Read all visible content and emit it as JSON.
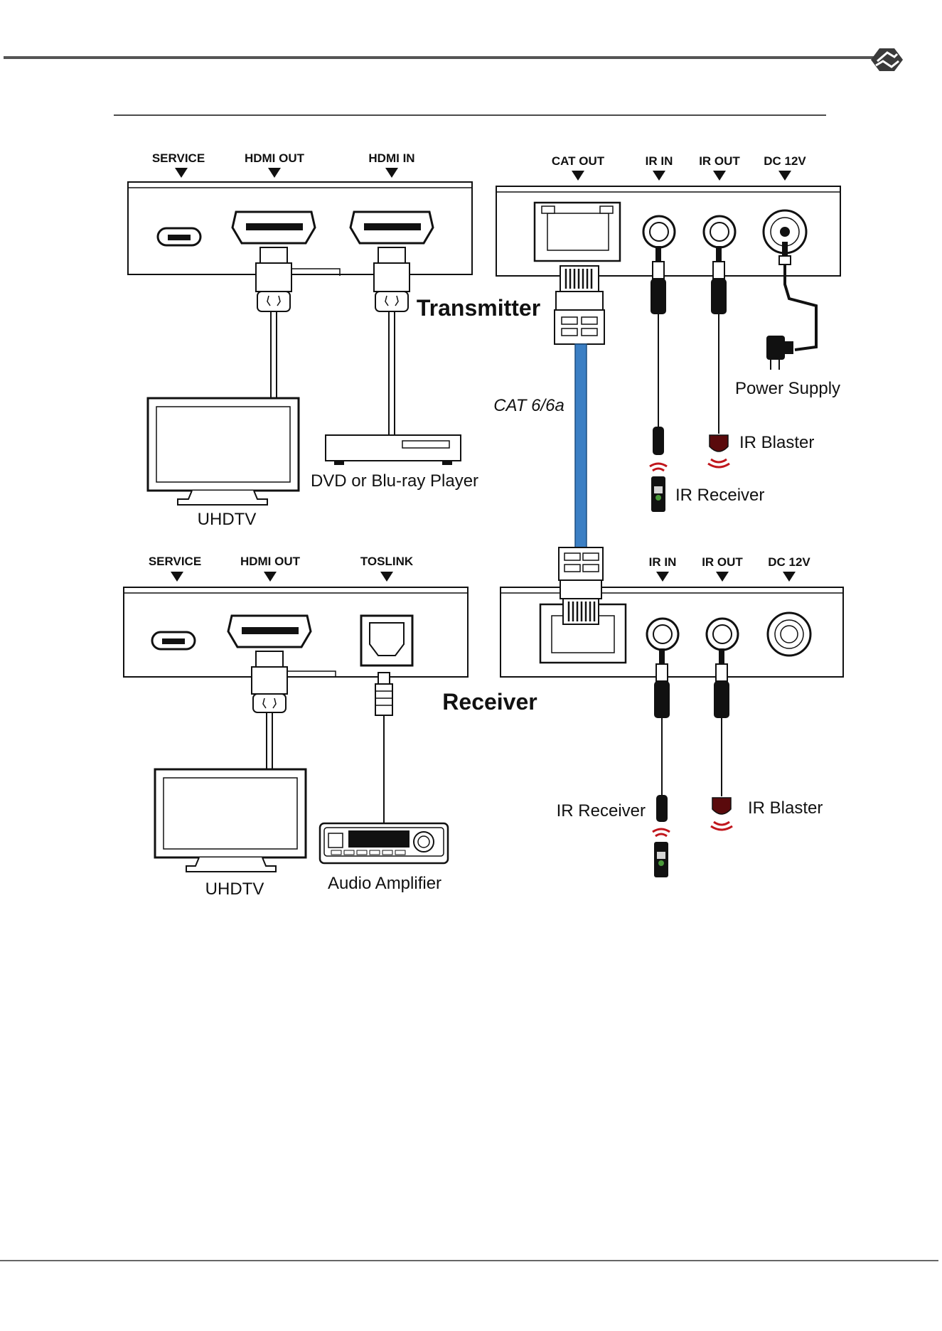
{
  "colors": {
    "cat_cable": "#3b7fc4",
    "ir_red": "#c0161c",
    "rule": "#555555",
    "ink": "#111111"
  },
  "header": {
    "logo_icon": "brand-logo-icon"
  },
  "transmitter": {
    "title": "Transmitter",
    "left_ports": [
      "SERVICE",
      "HDMI OUT",
      "HDMI IN"
    ],
    "right_ports": [
      "CAT OUT",
      "IR IN",
      "IR OUT",
      "DC 12V"
    ],
    "devices": {
      "tv": "UHDTV",
      "player": "DVD or Blu-ray Player",
      "power": "Power Supply",
      "ir_blaster": "IR Blaster",
      "ir_receiver": "IR Receiver"
    }
  },
  "cable": {
    "label": "CAT 6/6a"
  },
  "receiver": {
    "title": "Receiver",
    "left_ports": [
      "SERVICE",
      "HDMI OUT",
      "TOSLINK"
    ],
    "right_ports": [
      "IR IN",
      "IR OUT",
      "DC 12V"
    ],
    "devices": {
      "tv": "UHDTV",
      "amplifier": "Audio Amplifier",
      "ir_receiver": "IR Receiver",
      "ir_blaster": "IR Blaster"
    }
  }
}
